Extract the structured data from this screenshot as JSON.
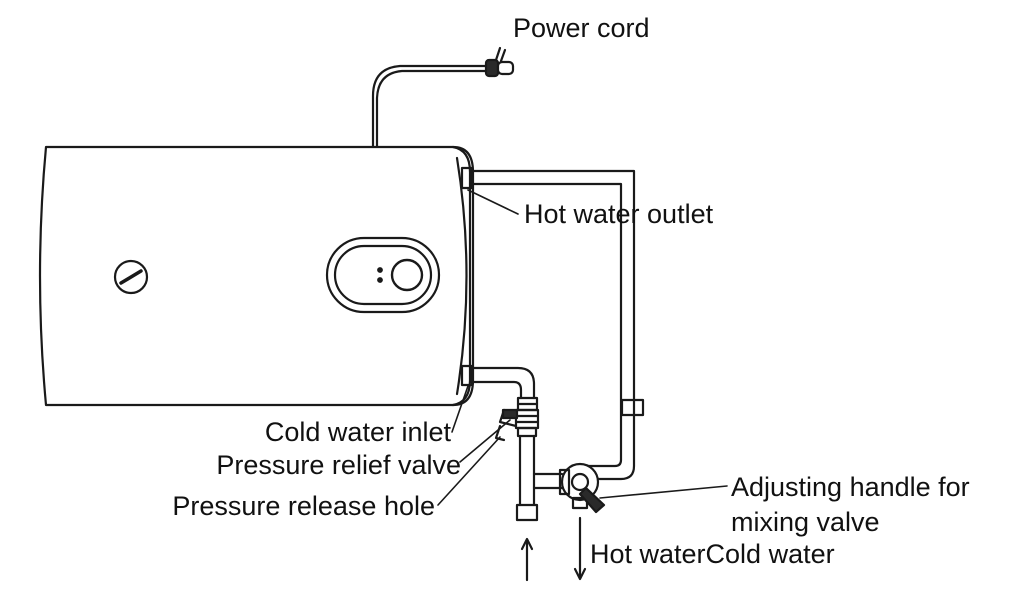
{
  "labels": {
    "power_cord": "Power cord",
    "hot_water_outlet": "Hot water outlet",
    "cold_water_inlet": "Cold water inlet",
    "pressure_relief_valve": "Pressure relief valve",
    "pressure_release_hole": "Pressure release hole",
    "adjusting_handle_line1": "Adjusting handle for",
    "adjusting_handle_line2": "mixing valve",
    "hot_water": "Hot water",
    "cold_water": "Cold water"
  },
  "colors": {
    "line": "#1a1a1a",
    "background": "#ffffff"
  }
}
